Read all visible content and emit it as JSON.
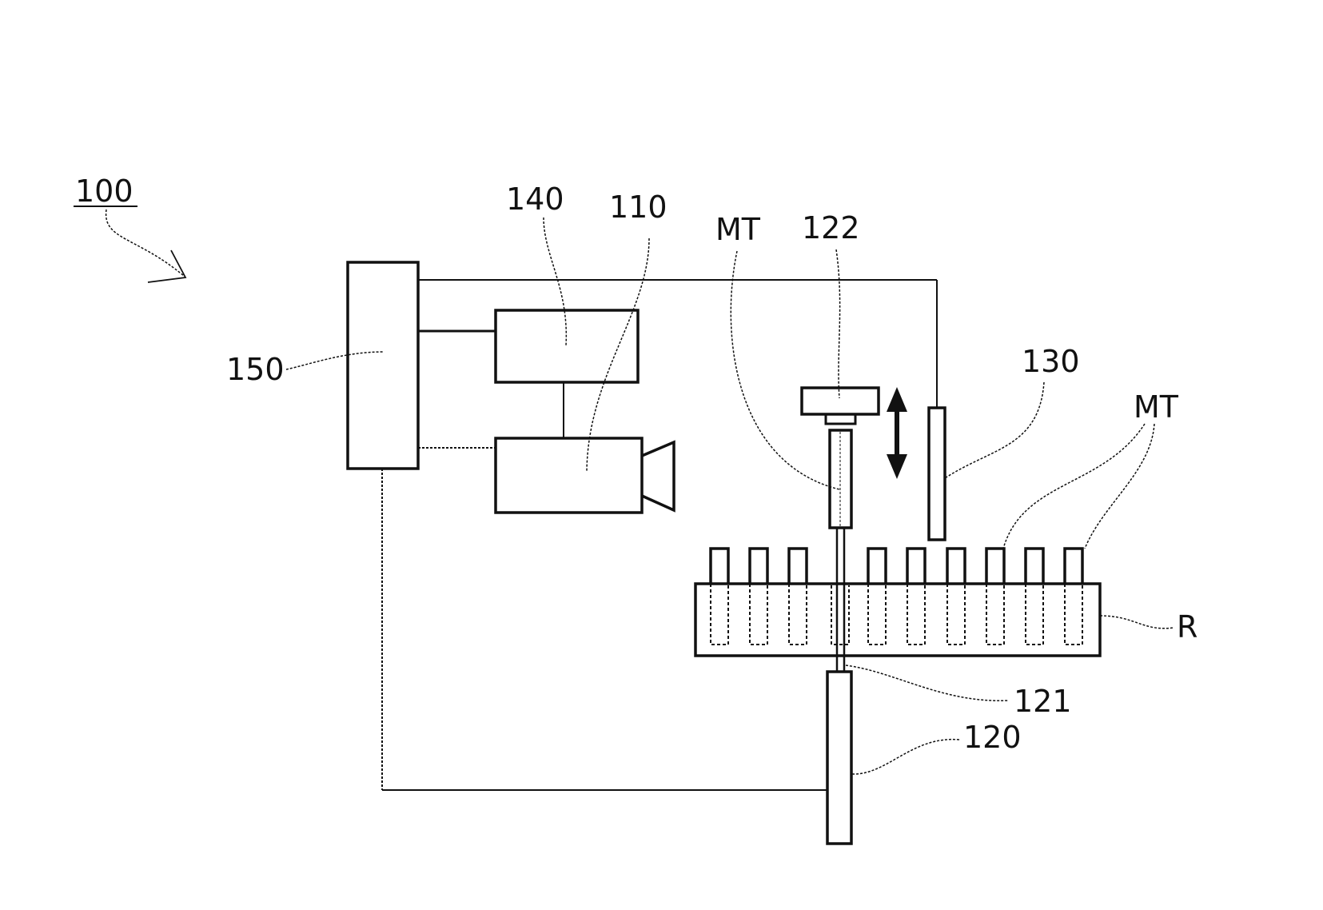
{
  "labels": {
    "system": "100",
    "controller": "150",
    "unit_140": "140",
    "camera": "110",
    "tube_holder_top": "MT",
    "pusher_head": "122",
    "sensor": "130",
    "tubes_right": "MT",
    "rack": "R",
    "shaft": "121",
    "actuator": "120"
  }
}
